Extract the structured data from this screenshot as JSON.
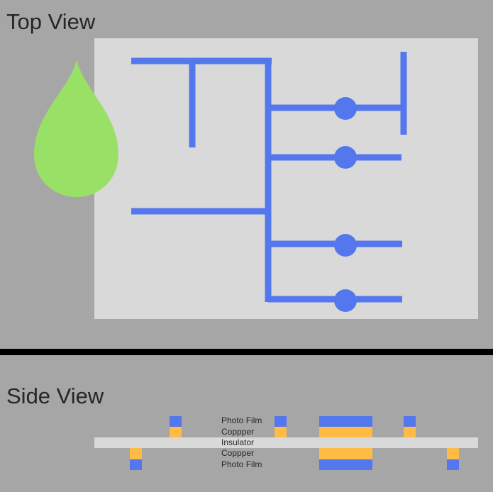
{
  "top_view": {
    "title": "Top View"
  },
  "side_view": {
    "title": "Side View",
    "layers": {
      "photo_film_top": "Photo Film",
      "copper_top": "Coppper",
      "insulator": "Insulator",
      "copper_bottom": "Coppper",
      "photo_film_bottom": "Photo Film"
    }
  },
  "colors": {
    "background": "#a6a6a6",
    "board": "#d9d9d9",
    "trace": "#5577ee",
    "droplet": "#99e066",
    "copper": "#ffbb44",
    "photo_film": "#5577ee",
    "insulator": "#d9d9d9",
    "divider": "#000000",
    "text": "#262626"
  }
}
